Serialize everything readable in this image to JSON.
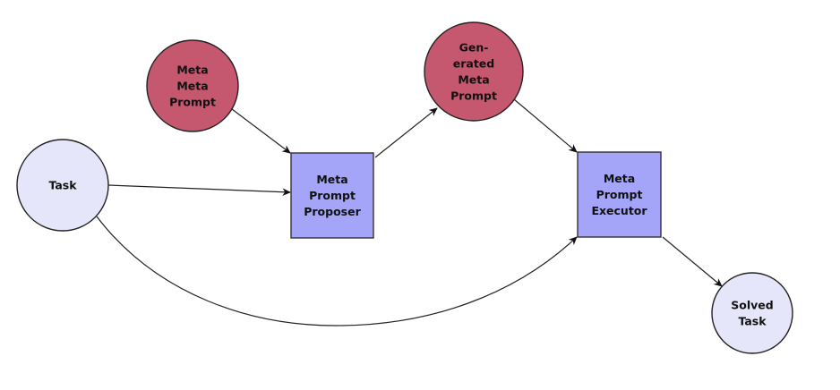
{
  "diagram": {
    "nodes": [
      {
        "id": "meta_meta_prompt",
        "shape": "circle",
        "lines": [
          "Meta",
          "Meta",
          "Prompt"
        ],
        "fill": "#c5576e"
      },
      {
        "id": "task",
        "shape": "circle",
        "lines": [
          "Task"
        ],
        "fill": "#e6e6fb"
      },
      {
        "id": "meta_prompt_proposer",
        "shape": "rect",
        "lines": [
          "Meta",
          "Prompt",
          "Proposer"
        ],
        "fill": "#a4a4f8"
      },
      {
        "id": "generated_meta_prompt",
        "shape": "circle",
        "lines": [
          "Gen-",
          "erated",
          "Meta",
          "Prompt"
        ],
        "fill": "#c5576e"
      },
      {
        "id": "meta_prompt_executor",
        "shape": "rect",
        "lines": [
          "Meta",
          "Prompt",
          "Executor"
        ],
        "fill": "#a4a4f8"
      },
      {
        "id": "solved_task",
        "shape": "circle",
        "lines": [
          "Solved",
          "Task"
        ],
        "fill": "#e6e6fb"
      }
    ],
    "edges": [
      {
        "from": "meta_meta_prompt",
        "to": "meta_prompt_proposer",
        "style": "straight"
      },
      {
        "from": "task",
        "to": "meta_prompt_proposer",
        "style": "straight"
      },
      {
        "from": "meta_prompt_proposer",
        "to": "generated_meta_prompt",
        "style": "straight"
      },
      {
        "from": "generated_meta_prompt",
        "to": "meta_prompt_executor",
        "style": "straight"
      },
      {
        "from": "task",
        "to": "meta_prompt_executor",
        "style": "curved"
      },
      {
        "from": "meta_prompt_executor",
        "to": "solved_task",
        "style": "straight"
      }
    ]
  }
}
